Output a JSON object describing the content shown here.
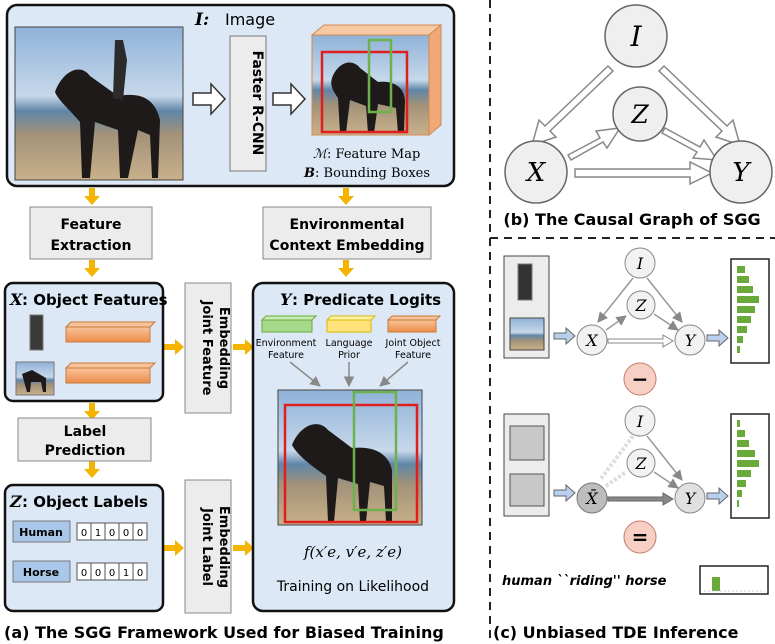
{
  "panel_a": {
    "image_label_var": "I:",
    "image_label": "Image",
    "faster_rcnn": "Faster R-CNN",
    "feature_map_var": "ℳ",
    "feature_map": ": Feature Map",
    "bboxes_var": "B",
    "bboxes": ": Bounding Boxes",
    "feature_extraction": [
      "Feature",
      "Extraction"
    ],
    "env_context": [
      "Environmental",
      "Context Embedding"
    ],
    "object_features_var": "X",
    "object_features": ": Object Features",
    "joint_feature_embedding": [
      "Joint Feature",
      "Embedding"
    ],
    "predicate_logits_var": "Y",
    "predicate_logits": ": Predicate Logits",
    "env_feature": [
      "Environment",
      "Feature"
    ],
    "language_prior": [
      "Language",
      "Prior"
    ],
    "joint_object_feature": [
      "Joint Object",
      "Feature"
    ],
    "label_prediction": [
      "Label",
      "Prediction"
    ],
    "object_labels_var": "Z",
    "object_labels": ": Object Labels",
    "joint_label_embedding": [
      "Joint Label",
      "Embedding"
    ],
    "human_label": "Human",
    "human_onehot": [
      "0",
      "1",
      "0",
      "0",
      "0"
    ],
    "horse_label": "Horse",
    "horse_onehot": [
      "0",
      "0",
      "0",
      "1",
      "0"
    ],
    "formula": "f(x′e, v′e, z′e)",
    "training_caption": "Training on Likelihood",
    "caption": "(a) The SGG Framework Used for Biased Training"
  },
  "panel_b": {
    "nodes": {
      "I": "I",
      "Z": "Z",
      "X": "X",
      "Y": "Y"
    },
    "caption": "(b) The Causal Graph of SGG"
  },
  "panel_c": {
    "nodes_top": {
      "I": "I",
      "Z": "Z",
      "X": "X",
      "Y": "Y"
    },
    "nodes_bottom": {
      "I": "I",
      "Z": "Z",
      "Xbar": "X̄",
      "Y": "Y"
    },
    "minus": "−",
    "equals": "=",
    "result_text": "human ``riding'' horse",
    "caption": "(c) Unbiased TDE Inference"
  },
  "colors": {
    "panel_fill": "#dce8f5",
    "arrow_orange": "#f5b400",
    "gray_box": "#ececec",
    "bar_green": "#6aaa3a",
    "feature_orange": "#f4a46a",
    "env_green": "#a6d98a",
    "lang_yellow": "#ffe37a",
    "sign_fill": "#f8cfc4"
  }
}
